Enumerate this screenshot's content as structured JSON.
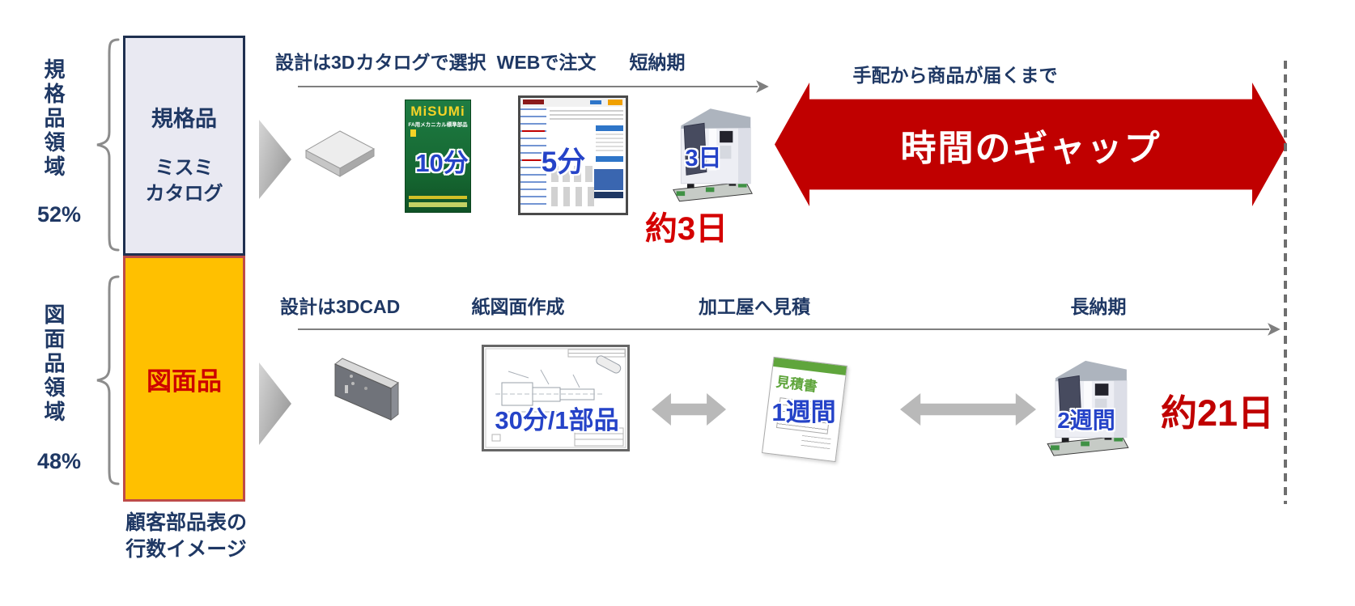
{
  "colors": {
    "navy_text": "#1F3864",
    "red_text": "#C00000",
    "gap_arrow_red": "#C00000",
    "standard_box_fill": "#E9E9F2",
    "standard_box_border": "#1F3050",
    "drawing_box_fill": "#FFC000",
    "drawing_box_border": "#BE4B48",
    "gray_arrow": "#B9B9B9",
    "time_blue": "#2543C8"
  },
  "left_panel": {
    "standard_region_label": "規格品領域",
    "standard_region_percent": "52%",
    "drawing_region_label": "図面品領域",
    "drawing_region_percent": "48%",
    "standard_box_title": "規格品",
    "standard_box_sub1": "ミスミ",
    "standard_box_sub2": "カタログ",
    "drawing_box_title": "図面品",
    "caption_line1": "顧客部品表の",
    "caption_line2": "行数イメージ"
  },
  "top_flow": {
    "step1": "設計は3D",
    "step2": "カタログで選択",
    "step3": "WEBで注文",
    "step4": "短納期",
    "catalog_brand": "MiSUMi",
    "catalog_subtitle": "FA用メカニカル標準部品",
    "catalog_time": "10分",
    "web_time": "5分",
    "machine_time": "3日",
    "total_time": "約3日"
  },
  "gap": {
    "caption": "手配から商品が届くまで",
    "label": "時間のギャップ"
  },
  "bottom_flow": {
    "step1": "設計は3DCAD",
    "step2": "紙図面作成",
    "step3": "加工屋へ見積",
    "step4": "長納期",
    "drawing_time": "30分/1部品",
    "estimate_title": "見積書",
    "estimate_time": "1週間",
    "machine_time": "2週間",
    "total_time": "約21日"
  }
}
